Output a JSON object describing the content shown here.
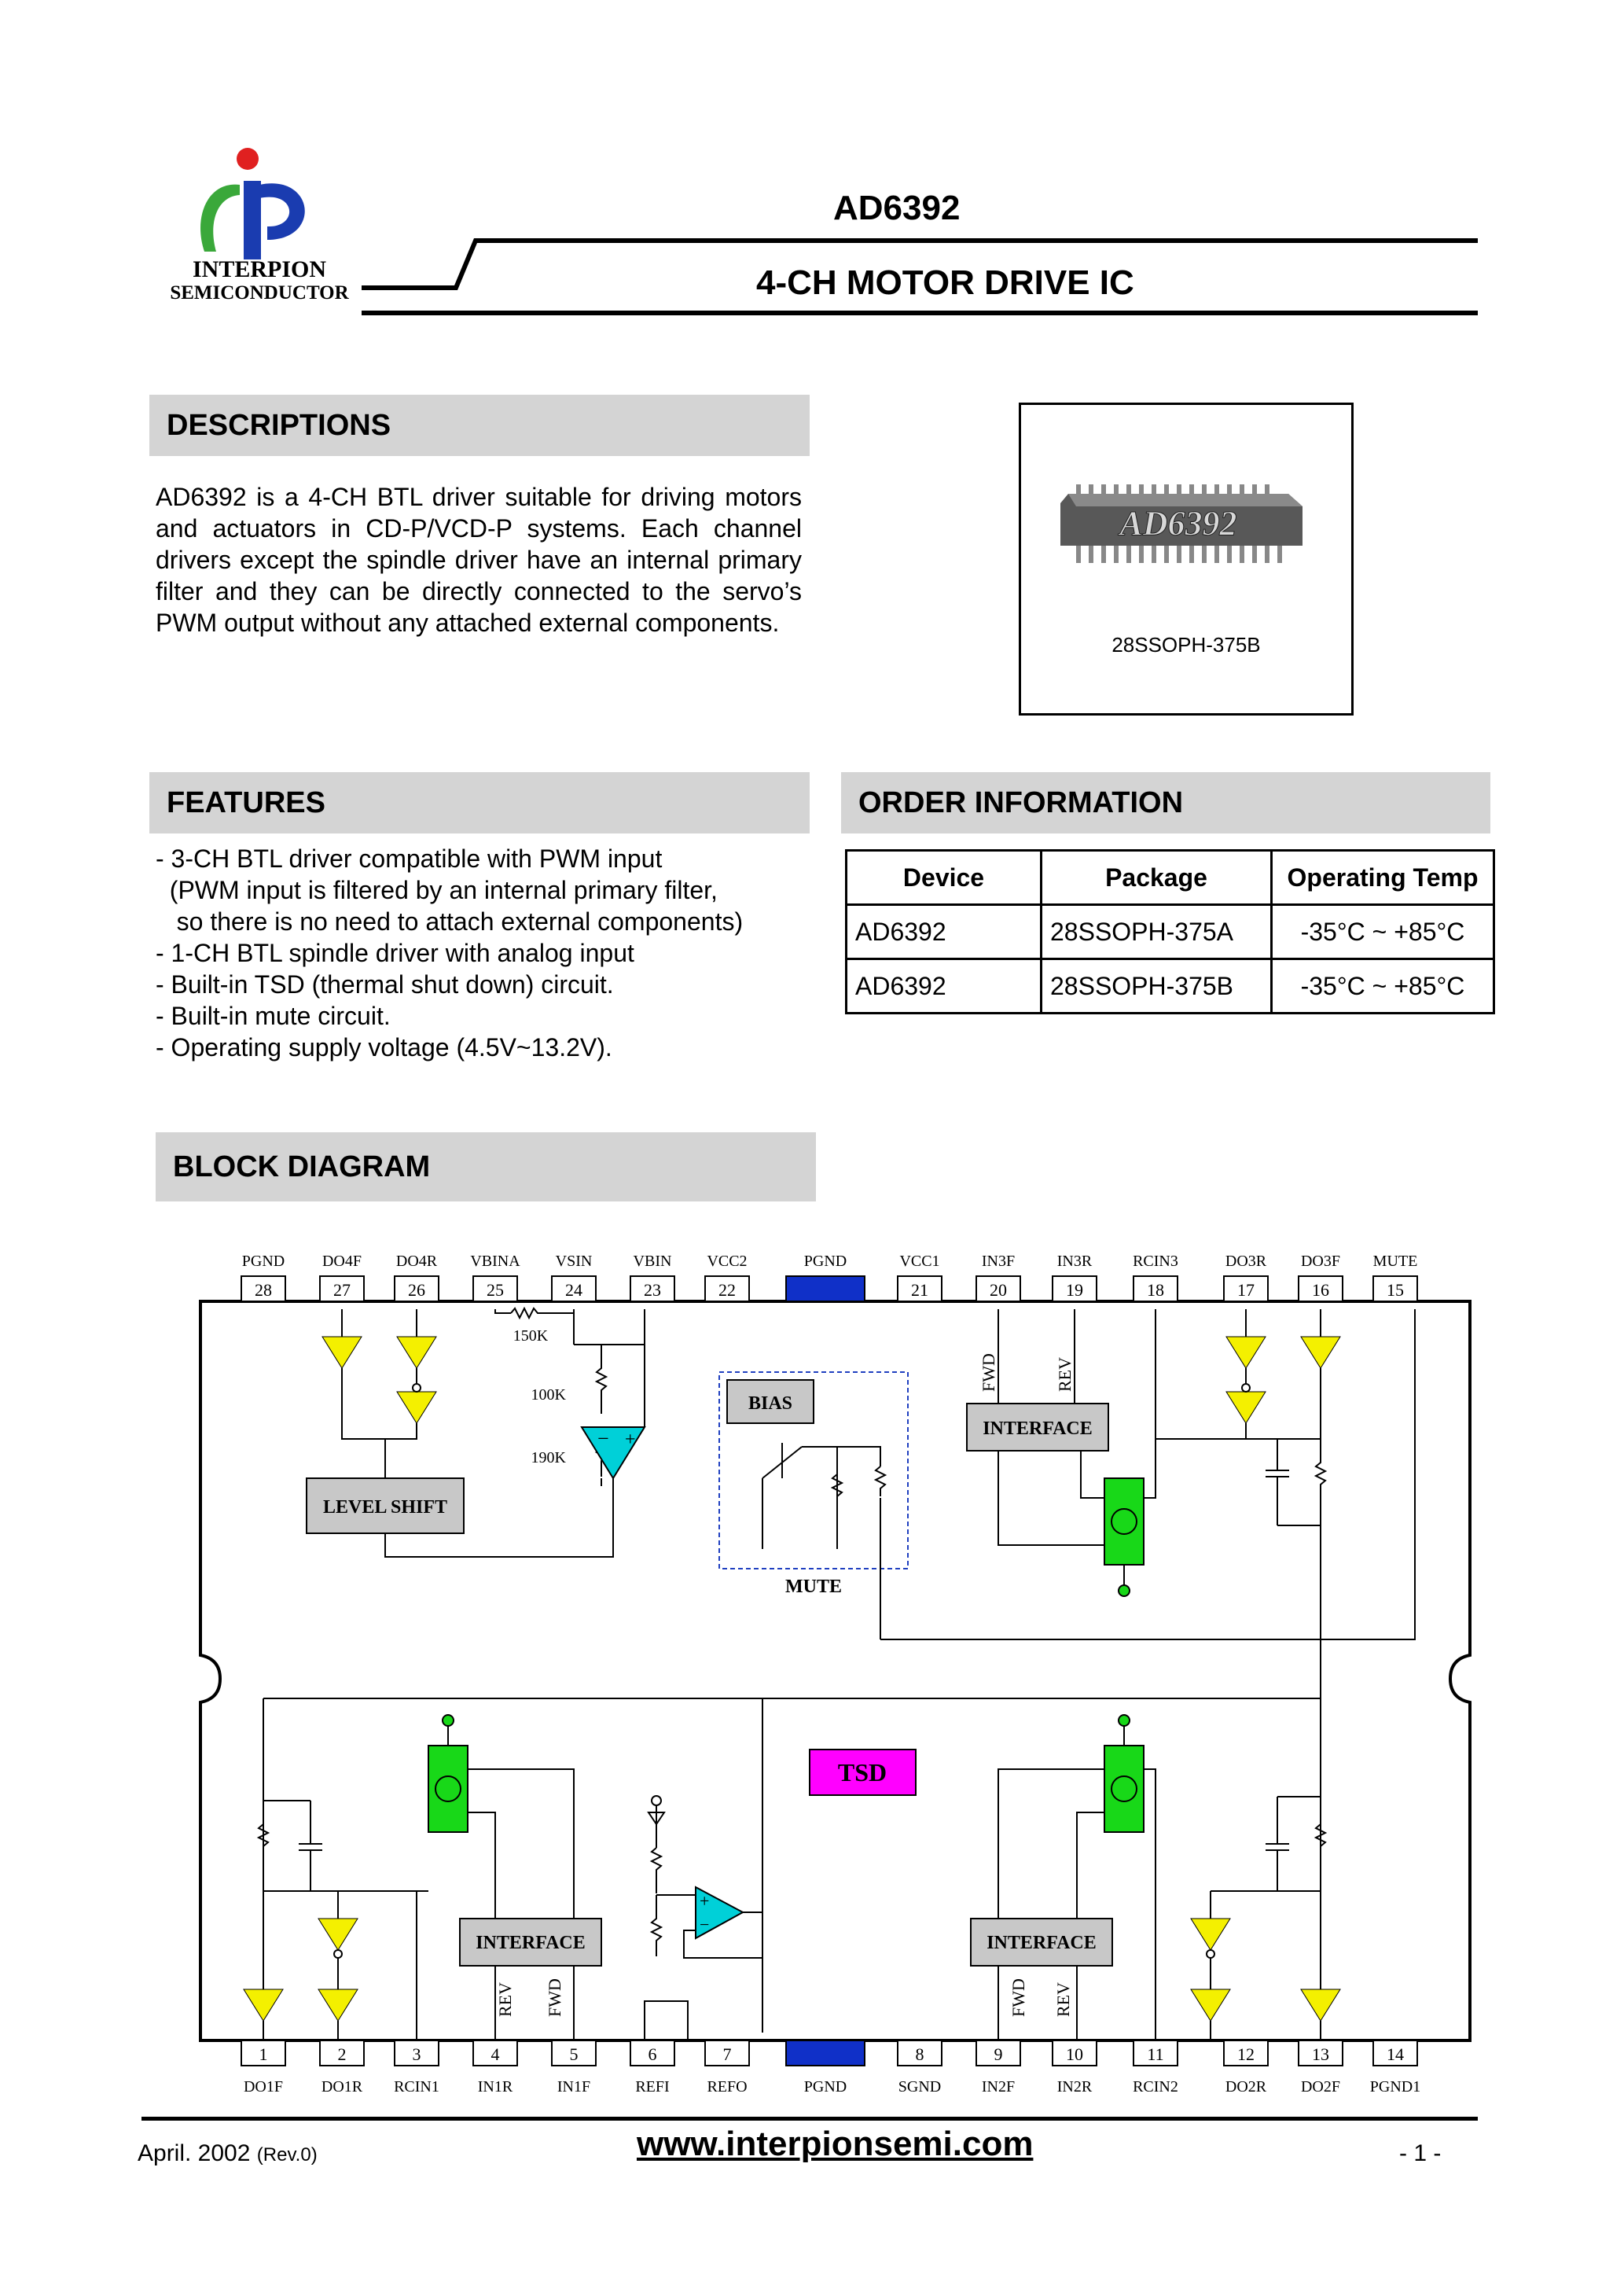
{
  "header": {
    "logo_line1": "INTERPION",
    "logo_line2": "SEMICONDUCTOR",
    "part_number": "AD6392",
    "subtitle": "4-CH MOTOR DRIVE IC"
  },
  "descriptions": {
    "heading": "DESCRIPTIONS",
    "text": "AD6392 is a 4-CH BTL driver suitable for driving motors and actuators in CD-P/VCD-P systems. Each channel drivers except the spindle driver have an internal primary filter and they can be directly connected to the servo’s PWM output without any attached external components."
  },
  "package_image": {
    "chip_marking": "AD6392",
    "caption": "28SSOPH-375B"
  },
  "features": {
    "heading": "FEATURES",
    "items": [
      "- 3-CH BTL driver compatible with PWM input",
      "  (PWM input is filtered by an internal primary filter,",
      "   so there is no need to attach external components)",
      "- 1-CH BTL spindle driver with analog input",
      "- Built-in TSD (thermal shut down) circuit.",
      "- Built-in mute circuit.",
      "- Operating supply voltage (4.5V~13.2V)."
    ]
  },
  "order_information": {
    "heading": "ORDER INFORMATION",
    "columns": [
      "Device",
      "Package",
      "Operating Temp"
    ],
    "rows": [
      [
        "AD6392",
        "28SSOPH-375A",
        "-35°C ~ +85°C"
      ],
      [
        "AD6392",
        "28SSOPH-375B",
        "-35°C ~ +85°C"
      ]
    ]
  },
  "block_diagram": {
    "heading": "BLOCK DIAGRAM",
    "top_pins": [
      {
        "num": "28",
        "name": "PGND"
      },
      {
        "num": "27",
        "name": "DO4F"
      },
      {
        "num": "26",
        "name": "DO4R"
      },
      {
        "num": "25",
        "name": "VBINA"
      },
      {
        "num": "24",
        "name": "VSIN"
      },
      {
        "num": "23",
        "name": "VBIN"
      },
      {
        "num": "22",
        "name": "VCC2"
      },
      {
        "num": "",
        "name": "PGND"
      },
      {
        "num": "21",
        "name": "VCC1"
      },
      {
        "num": "20",
        "name": "IN3F"
      },
      {
        "num": "19",
        "name": "IN3R"
      },
      {
        "num": "18",
        "name": "RCIN3"
      },
      {
        "num": "17",
        "name": "DO3R"
      },
      {
        "num": "16",
        "name": "DO3F"
      },
      {
        "num": "15",
        "name": "MUTE"
      }
    ],
    "bottom_pins": [
      {
        "num": "1",
        "name": "DO1F"
      },
      {
        "num": "2",
        "name": "DO1R"
      },
      {
        "num": "3",
        "name": "RCIN1"
      },
      {
        "num": "4",
        "name": "IN1R"
      },
      {
        "num": "5",
        "name": "IN1F"
      },
      {
        "num": "6",
        "name": "REFI"
      },
      {
        "num": "7",
        "name": "REFO"
      },
      {
        "num": "",
        "name": "PGND"
      },
      {
        "num": "8",
        "name": "SGND"
      },
      {
        "num": "9",
        "name": "IN2F"
      },
      {
        "num": "10",
        "name": "IN2R"
      },
      {
        "num": "11",
        "name": "RCIN2"
      },
      {
        "num": "12",
        "name": "DO2R"
      },
      {
        "num": "13",
        "name": "DO2F"
      },
      {
        "num": "14",
        "name": "PGND1"
      }
    ],
    "labels": {
      "level_shift": "LEVEL SHIFT",
      "bias": "BIAS",
      "mute": "MUTE",
      "interface": "INTERFACE",
      "tsd": "TSD",
      "fwd": "FWD",
      "rev": "REV",
      "r150k": "150K",
      "r100k": "100K",
      "r190k": "190K"
    },
    "colors": {
      "pad_highlight": "#1030c8",
      "buffer": "#f4f000",
      "current_source": "#18d818",
      "opamp": "#00d0d8",
      "tsd": "#ff00ff",
      "block_gray": "#c8c8c8"
    }
  },
  "footer": {
    "date": "April. 2002",
    "rev": "(Rev.0)",
    "url": "www.interpionsemi.com",
    "page": "- 1 -"
  }
}
